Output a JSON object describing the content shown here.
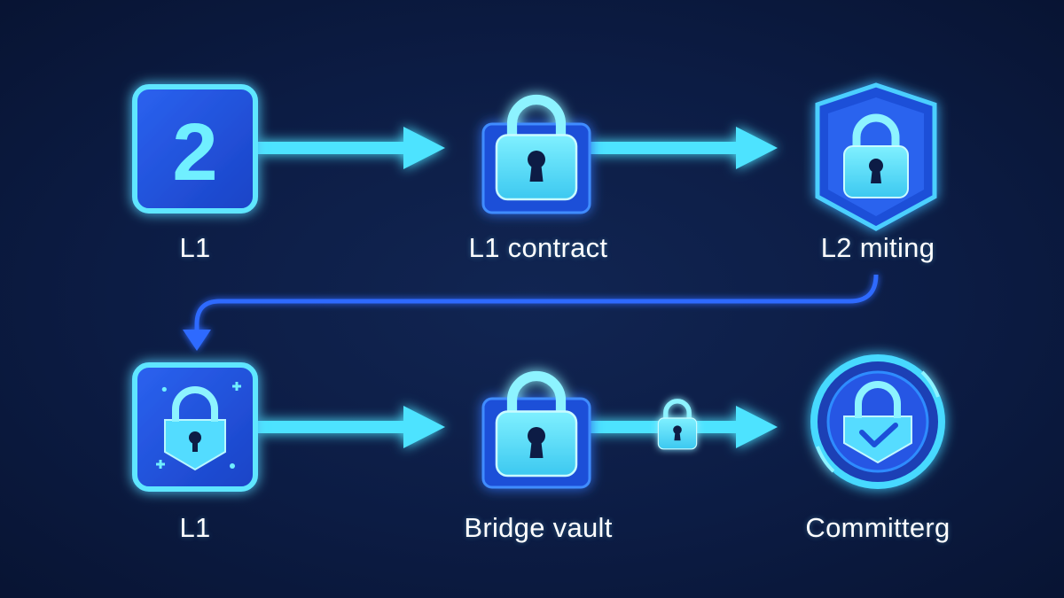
{
  "colors": {
    "background": "#0c1c44",
    "node_fill": "#1d4fd8",
    "glow": "#38d7ff",
    "arrow": "#4de3ff",
    "connector": "#2f6bff",
    "label_text": "#ffffff"
  },
  "nodes": [
    {
      "id": "l1-top",
      "label": "L1",
      "icon": "number-2-icon",
      "icon_text": "2"
    },
    {
      "id": "l1-contract",
      "label": "L1 contract",
      "icon": "padlock-icon"
    },
    {
      "id": "l2-minting",
      "label": "L2 miting",
      "icon": "shield-padlock-icon"
    },
    {
      "id": "l1-bottom",
      "label": "L1",
      "icon": "padlock-sparkle-icon"
    },
    {
      "id": "bridge-vault",
      "label": "Bridge vault",
      "icon": "padlock-icon"
    },
    {
      "id": "committing",
      "label": "Committerg",
      "icon": "check-shield-circle-icon"
    }
  ],
  "edges": [
    {
      "from": "l1-top",
      "to": "l1-contract"
    },
    {
      "from": "l1-contract",
      "to": "l2-minting"
    },
    {
      "from": "l2-minting",
      "to": "l1-bottom"
    },
    {
      "from": "l1-bottom",
      "to": "bridge-vault"
    },
    {
      "from": "bridge-vault",
      "to": "committing",
      "via_icon": "small-padlock-icon"
    }
  ]
}
